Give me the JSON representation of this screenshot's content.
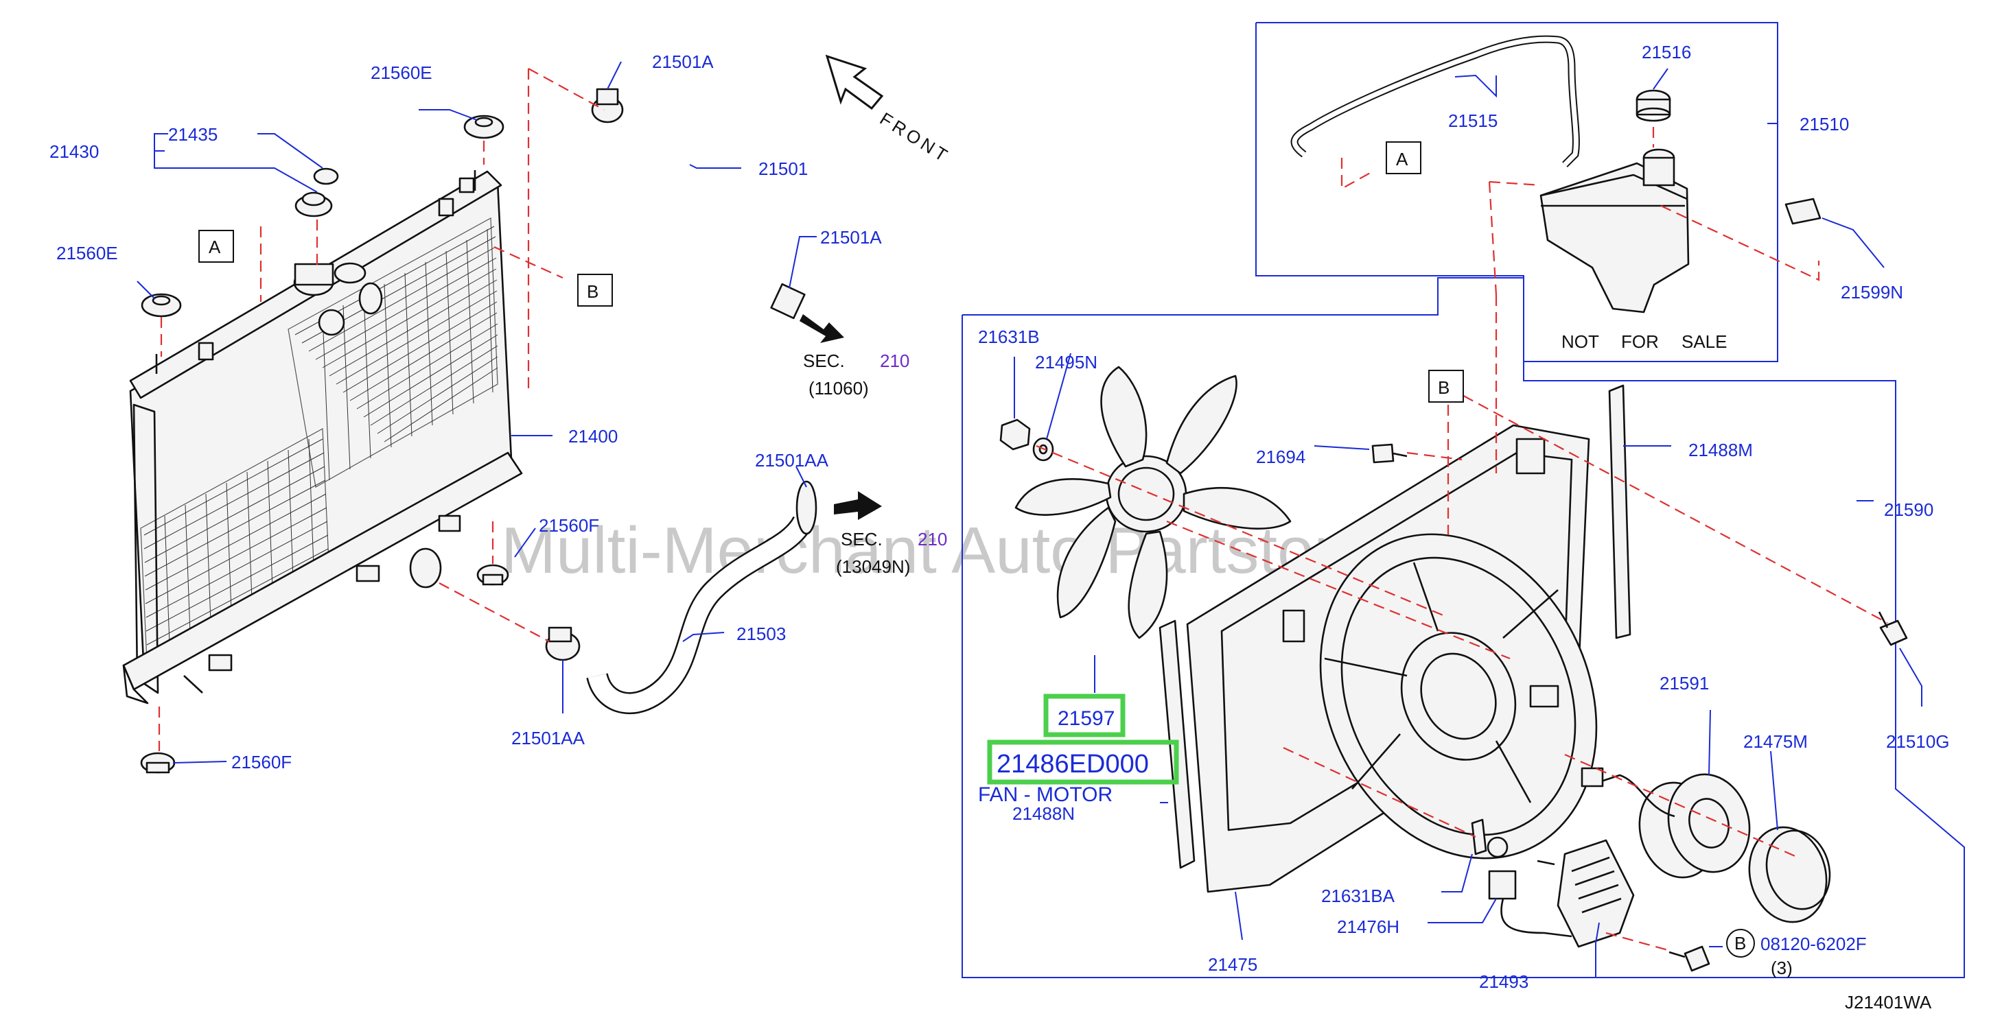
{
  "diagram_code": "J21401WA",
  "watermark": "Multi-Merchant Auto Partstore",
  "front_label": "FRONT",
  "parts": {
    "p21430": "21430",
    "p21435": "21435",
    "p21560E_top": "21560E",
    "p21560E_left": "21560E",
    "p21501A_top": "21501A",
    "p21501": "21501",
    "p21501A_mid": "21501A",
    "p21400": "21400",
    "p21560F_mid": "21560F",
    "p21560F_bot": "21560F",
    "p21501AA_top": "21501AA",
    "p21503": "21503",
    "p21501AA_bot": "21501AA",
    "p21515": "21515",
    "p21516": "21516",
    "p21510": "21510",
    "p21599N": "21599N",
    "p21631B": "21631B",
    "p21495N": "21495N",
    "p21694": "21694",
    "p21488M": "21488M",
    "p21590": "21590",
    "p21510G": "21510G",
    "p21591": "21591",
    "p21475M": "21475M",
    "p21597": "21597",
    "p21486ED000": "21486ED000",
    "p21486_desc": "FAN - MOTOR",
    "p21488N": "21488N",
    "p21631BA": "21631BA",
    "p21476H": "21476H",
    "p21475": "21475",
    "p21493": "21493",
    "p08120": "08120-6202F",
    "p08120_qty": "(3)"
  },
  "sections": {
    "sec1_word": "SEC.",
    "sec1_num": "210",
    "sec1_ref": "(11060)",
    "sec2_word": "SEC.",
    "sec2_num": "210",
    "sec2_ref": "(13049N)"
  },
  "ref_tags": {
    "a_left": "A",
    "b_left": "B",
    "a_tank": "A",
    "b_fan": "B",
    "b_bolt": "B"
  },
  "not_for_sale": {
    "w1": "NOT",
    "w2": "FOR",
    "w3": "SALE"
  },
  "highlight_color": "#4ccf4c",
  "label_color": "#1a2bd6",
  "guide_line_color": "#e03030"
}
